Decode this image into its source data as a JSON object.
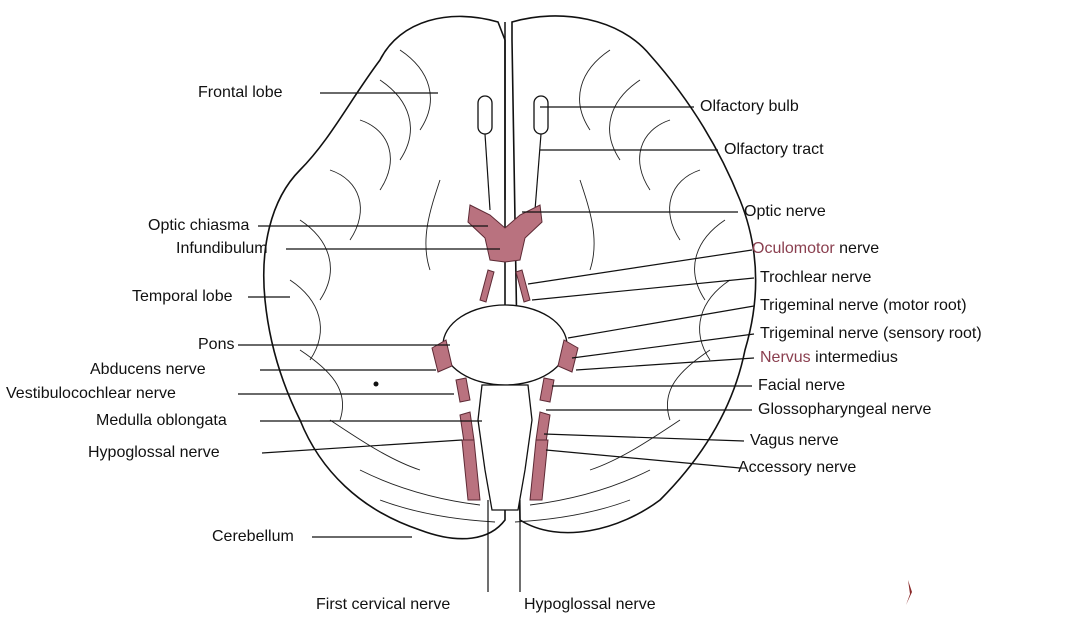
{
  "labels_left": {
    "frontal_lobe": "Frontal lobe",
    "optic_chiasma": "Optic chiasma",
    "infundibulum": "Infundibulum",
    "temporal_lobe": "Temporal lobe",
    "pons": "Pons",
    "abducens_nerve": "Abducens nerve",
    "vestibulocochlear_nerve": "Vestibulocochlear nerve",
    "medulla_oblongata": "Medulla oblongata",
    "hypoglossal_nerve": "Hypoglossal nerve",
    "cerebellum": "Cerebellum"
  },
  "labels_right": {
    "olfactory_bulb": "Olfactory bulb",
    "olfactory_tract": "Olfactory tract",
    "optic_nerve": "Optic nerve",
    "oculomotor_highlight": "Oculomotor",
    "oculomotor_rest": " nerve",
    "trochlear_nerve": "Trochlear nerve",
    "trigeminal_motor": "Trigeminal nerve (motor root)",
    "trigeminal_sensory": "Trigeminal nerve (sensory root)",
    "nervus_highlight": "Nervus",
    "nervus_rest": " intermedius",
    "facial_nerve": "Facial nerve",
    "glossopharyngeal_nerve": "Glossopharyngeal nerve",
    "vagus_nerve": "Vagus nerve",
    "accessory_nerve": "Accessory nerve"
  },
  "labels_bottom": {
    "first_cervical_nerve": "First cervical nerve",
    "hypoglossal_nerve": "Hypoglossal nerve"
  },
  "colors": {
    "nerve_fill": "#b9727f",
    "highlight_text": "#8a3f4f"
  }
}
